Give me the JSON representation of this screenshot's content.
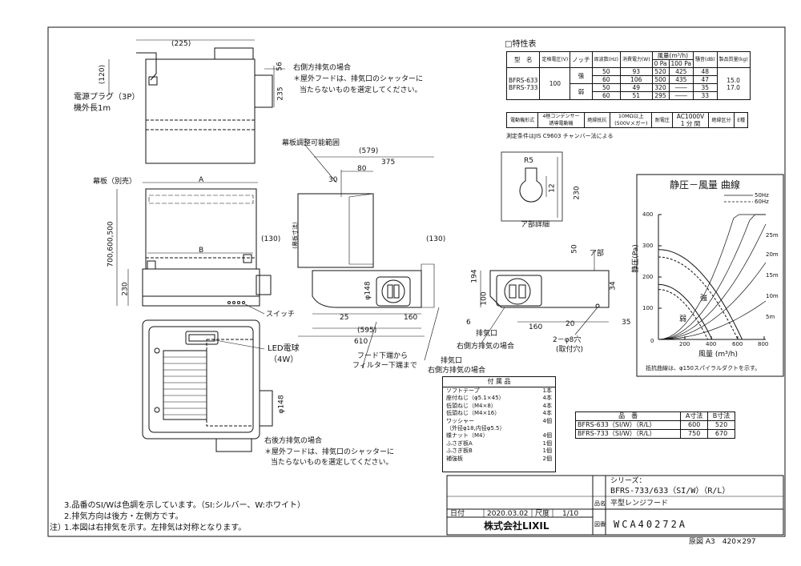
{
  "top_view": {
    "dim_225": "(225)",
    "dim_120": "(120)",
    "dim_56": "56",
    "dim_235": "235",
    "plug_label": "電源プラグ（3P）",
    "cord_label": "機外長1m",
    "right_exhaust_title": "右側方排気の場合",
    "right_exhaust_note1": "＊屋外フードは、排気口のシャッターに",
    "right_exhaust_note2": "当たらないものを選定してください。"
  },
  "front_view": {
    "panel_label": "幕板（別売）",
    "dim_A": "A",
    "dim_B": "B",
    "dim_height": "700,600,500",
    "dim_230": "230",
    "dim_130": "(130)",
    "switch_label": "スイッチ"
  },
  "side_view": {
    "adjust_label": "幕板調整可能範囲",
    "dim_579": "(579)",
    "dim_375": "375",
    "dim_80": "80",
    "dim_30": "30",
    "dim_130": "(130)",
    "dim_vertical": "(幕板寸法)",
    "dim_148": "φ148",
    "dim_25": "25",
    "dim_595": "(595)",
    "dim_610": "610",
    "dim_160": "160",
    "dim_6": "6",
    "exhaust_label": "排気口",
    "exhaust_right_label": "右側方排気の場合",
    "hood_label1": "フード下端から",
    "hood_label2": "フィルター下端まで"
  },
  "right_view": {
    "dim_50": "50",
    "dim_34": "34",
    "dim_194": "194",
    "dim_100": "100",
    "dim_160": "160",
    "dim_20": "20",
    "dim_35": "35",
    "part_label": "ア部",
    "exhaust_label": "排気口",
    "exhaust_right_label": "右側方排気の場合",
    "holes_label": "2－φ8穴",
    "holes_sub": "(取付穴)"
  },
  "detail": {
    "r_label": "R5",
    "dim_12": "12",
    "dim_230": "230",
    "caption": "ア部詳細"
  },
  "bottom_view": {
    "led_label": "LED電球",
    "led_watt": "（4W）",
    "dim_148": "φ148",
    "rear_exhaust_title": "右後方排気の場合",
    "rear_exhaust_note1": "＊屋外フードは、排気口のシャッターに",
    "rear_exhaust_note2": "当たらないものを選定してください。"
  },
  "spec_table": {
    "title": "□特性表",
    "headers": {
      "model": "型　名",
      "voltage": "定格電圧(V)",
      "notch": "ノッチ",
      "freq": "周波数(Hz)",
      "power": "消費電力(W)",
      "airflow": "風量(m³/h)",
      "pa0": "0 Pa",
      "pa100": "100 Pa",
      "noise": "騒音(dB)",
      "mass": "製品質量(kg)"
    },
    "models": "BFRS-633\nBFRS-733",
    "voltage_value": "100",
    "notch_strong": "強",
    "notch_weak": "弱",
    "rows": [
      {
        "hz": "50",
        "w": "93",
        "pa0": "520",
        "pa100": "425",
        "db": "48"
      },
      {
        "hz": "60",
        "w": "106",
        "pa0": "500",
        "pa100": "435",
        "db": "47"
      },
      {
        "hz": "50",
        "w": "49",
        "pa0": "320",
        "pa100": "――",
        "db": "35"
      },
      {
        "hz": "60",
        "w": "51",
        "pa0": "295",
        "pa100": "――",
        "db": "33"
      }
    ],
    "mass_values": "15.0\n17.0",
    "row2": {
      "motor": "電動機形式",
      "motor_val": "4極コンデンサー\n誘導電動機",
      "insulation": "絶縁抵抗",
      "insulation_val": "10MΩ以上\n(500Vメガー)",
      "withstand": "耐電圧",
      "withstand_val": "AC1000V\n1 分 間",
      "class": "絶縁区分",
      "class_val": "E種"
    },
    "note": "測定条件はJIS C9603 チャンバー法による"
  },
  "curve": {
    "title": "静圧－風量 曲線",
    "legend_50": "50Hz",
    "legend_60": "60Hz",
    "ylabel": "静圧(Pa)",
    "xlabel": "風量 (m³/h)",
    "y_ticks": [
      "400",
      "300",
      "200",
      "100",
      "0"
    ],
    "x_ticks": [
      "200",
      "400",
      "600",
      "800"
    ],
    "duct_labels": [
      "25m",
      "20m",
      "15m",
      "10m",
      "5m"
    ],
    "mode_strong": "強",
    "mode_weak": "弱",
    "note": "抵抗曲線は、φ150スパイラルダクトを示す。"
  },
  "accessories": {
    "title": "付 属 品",
    "items": [
      {
        "name": "ソフトテープ",
        "qty": "1本"
      },
      {
        "name": "座付ねじ（φ5.1×45）",
        "qty": "4本"
      },
      {
        "name": "低頭ねじ（M4×8）",
        "qty": "4本"
      },
      {
        "name": "低頭ねじ（M4×16）",
        "qty": "4本"
      },
      {
        "name": "ワッシャー",
        "qty": "4個"
      },
      {
        "name": "（外径φ18,内径φ5.5）",
        "qty": ""
      },
      {
        "name": "蝶ナット（M4）",
        "qty": "4個"
      },
      {
        "name": "ふさぎ板A",
        "qty": "1個"
      },
      {
        "name": "ふさぎ板B",
        "qty": "1個"
      },
      {
        "name": "補強板",
        "qty": "2個"
      }
    ]
  },
  "size_table": {
    "headers": [
      "品　番",
      "A寸法",
      "B寸法"
    ],
    "rows": [
      [
        "BFRS-633（SI/W）（R/L）",
        "600",
        "520"
      ],
      [
        "BFRS-733（SI/W）（R/L）",
        "750",
        "670"
      ]
    ]
  },
  "notes": {
    "n3": "3.品番のSI/Wは色調を示しています。（SI:シルバー、W:ホワイト）",
    "n2": "2.排気方向は後方・左側方です。",
    "n1_prefix": "注）",
    "n1": "1.本図は右排気を示す。左排気は対称となります。"
  },
  "title_block": {
    "series_label": "シリーズ：",
    "series": "BFRS-733/633（SI/W）（R/L）",
    "name_label": "品名",
    "name": "平型レンジフード",
    "date_label": "日付",
    "date": "2020.03.02",
    "scale_label": "尺度",
    "scale": "1/10",
    "company": "株式会社LIXIL",
    "code_label": "図番",
    "code": "WCA40272A",
    "paper": "原図 A3　420×297"
  }
}
